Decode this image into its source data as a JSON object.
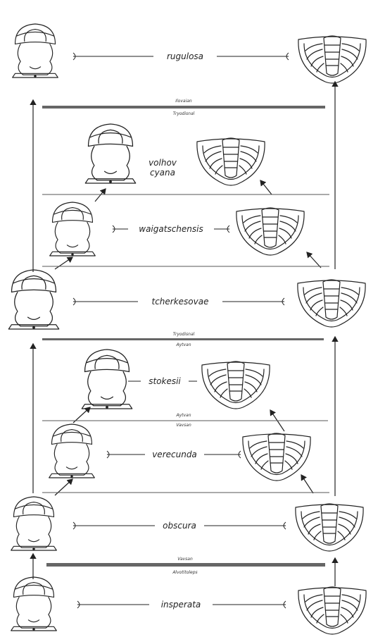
{
  "diagram": {
    "species": [
      {
        "name": "rugulosa"
      },
      {
        "name": "volhov"
      },
      {
        "name": "cyana"
      },
      {
        "name": "waigatschensis"
      },
      {
        "name": "tcherkesovae"
      },
      {
        "name": "stokesii"
      },
      {
        "name": "verecunda"
      },
      {
        "name": "obscura"
      },
      {
        "name": "insperata"
      }
    ],
    "boundaries": [
      {
        "above": "Ilovaian",
        "below": "Tryodisnal"
      },
      {
        "above": "Tryodisnal",
        "below": "Aytvan"
      },
      {
        "above": "Aytvan",
        "below": "Vavsan"
      },
      {
        "above": "Vavsan",
        "below": "Alvotitoleps"
      }
    ]
  }
}
